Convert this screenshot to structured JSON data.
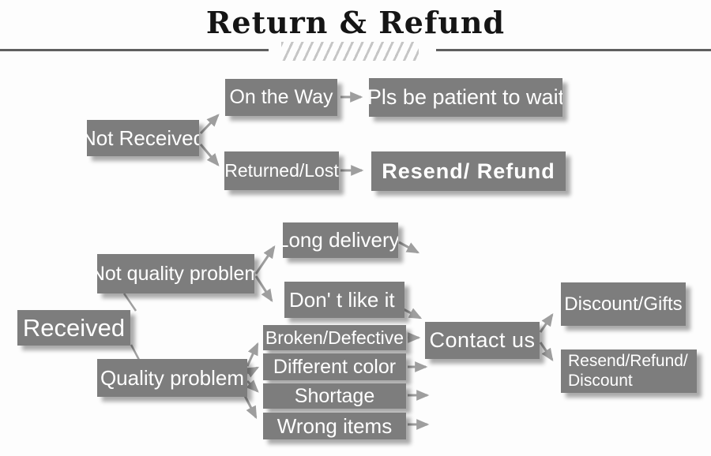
{
  "title": "Return & Refund",
  "palette": {
    "box": "#7d7d7d",
    "box_text": "#ffffff",
    "arrow": "#9e9e9e",
    "rule": "#5f5f5f",
    "hatch": "#c6c6c6",
    "title_color": "#151515",
    "background": "#fdfdfd"
  },
  "flow_not_received": {
    "root": "Not Received",
    "on_the_way": "On the Way",
    "pls_wait": "Pls be patient to wait",
    "returned_lost": "Returned/Lost",
    "resend_refund": "Resend/ Refund"
  },
  "flow_received": {
    "root": "Received",
    "not_quality_problem": "Not quality problem",
    "long_delivery": "Long delivery",
    "dont_like_it": "Don'  t like it",
    "quality_problem": "Quality problem",
    "broken_defective": "Broken/Defective",
    "different_color": "Different color",
    "shortage": "Shortage",
    "wrong_items": "Wrong items",
    "contact_us": "Contact us",
    "discount_gifts": "Discount/Gifts",
    "resend_refund_discount": "Resend/Refund/\nDiscount"
  }
}
